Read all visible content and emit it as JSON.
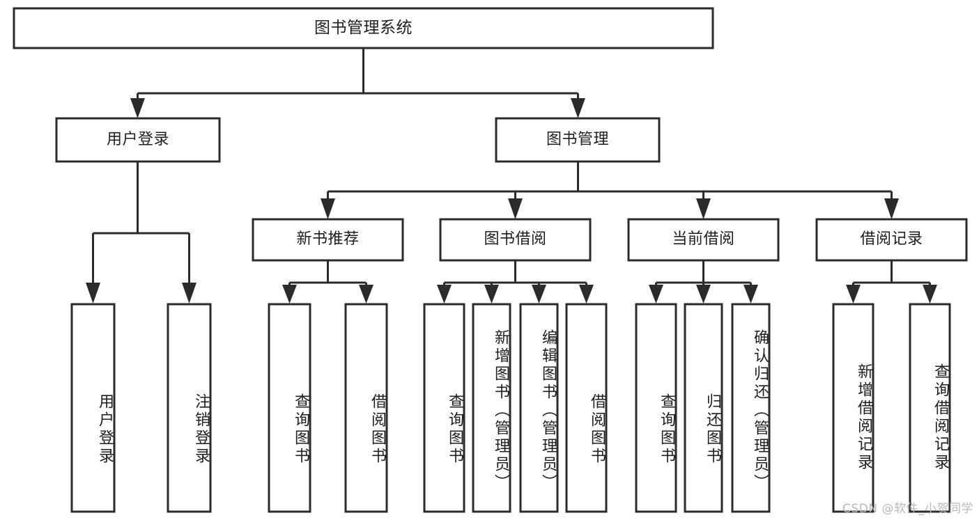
{
  "diagram": {
    "type": "tree",
    "title": "图书管理系统",
    "watermark": "CSDN @软件_小贺同学",
    "colors": {
      "background": "#ffffff",
      "stroke": "#2b2b2b",
      "node_fill": "#ffffff",
      "text": "#1e1e1e",
      "watermark": "#b9b9b9"
    },
    "nodes": {
      "root": {
        "label": "图书管理系统",
        "orientation": "horizontal",
        "level": 0
      },
      "user_login": {
        "label": "用户登录",
        "orientation": "horizontal",
        "level": 1
      },
      "book_manage": {
        "label": "图书管理",
        "orientation": "horizontal",
        "level": 1
      },
      "new_book_rec": {
        "label": "新书推荐",
        "orientation": "horizontal",
        "level": 2
      },
      "book_borrow": {
        "label": "图书借阅",
        "orientation": "horizontal",
        "level": 2
      },
      "current_borrow": {
        "label": "当前借阅",
        "orientation": "horizontal",
        "level": 2
      },
      "borrow_record": {
        "label": "借阅记录",
        "orientation": "horizontal",
        "level": 2
      },
      "leaf_user_login": {
        "label": "用户登录",
        "orientation": "vertical",
        "level": 2
      },
      "leaf_logout": {
        "label": "注销登录",
        "orientation": "vertical",
        "level": 2
      },
      "leaf_query_book_1": {
        "label": "查询图书",
        "orientation": "vertical",
        "level": 3
      },
      "leaf_borrow_book_1": {
        "label": "借阅图书",
        "orientation": "vertical",
        "level": 3
      },
      "leaf_query_book_2": {
        "label": "查询图书",
        "orientation": "vertical",
        "level": 3
      },
      "leaf_add_book": {
        "label": "新增图书（管理员）",
        "orientation": "vertical",
        "level": 3
      },
      "leaf_edit_book": {
        "label": "编辑图书（管理员）",
        "orientation": "vertical",
        "level": 3
      },
      "leaf_borrow_book_2": {
        "label": "借阅图书",
        "orientation": "vertical",
        "level": 3
      },
      "leaf_query_book_3": {
        "label": "查询图书",
        "orientation": "vertical",
        "level": 3
      },
      "leaf_return_book": {
        "label": "归还图书",
        "orientation": "vertical",
        "level": 3
      },
      "leaf_confirm_return": {
        "label": "确认归还（管理员）",
        "orientation": "vertical",
        "level": 3
      },
      "leaf_add_record": {
        "label": "新增借阅记录",
        "orientation": "vertical",
        "level": 3
      },
      "leaf_query_record": {
        "label": "查询借阅记录",
        "orientation": "vertical",
        "level": 3
      }
    },
    "edges": [
      {
        "from": "root",
        "to": "user_login"
      },
      {
        "from": "root",
        "to": "book_manage"
      },
      {
        "from": "user_login",
        "to": "leaf_user_login"
      },
      {
        "from": "user_login",
        "to": "leaf_logout"
      },
      {
        "from": "book_manage",
        "to": "new_book_rec"
      },
      {
        "from": "book_manage",
        "to": "book_borrow"
      },
      {
        "from": "book_manage",
        "to": "current_borrow"
      },
      {
        "from": "book_manage",
        "to": "borrow_record"
      },
      {
        "from": "new_book_rec",
        "to": "leaf_query_book_1"
      },
      {
        "from": "new_book_rec",
        "to": "leaf_borrow_book_1"
      },
      {
        "from": "book_borrow",
        "to": "leaf_query_book_2"
      },
      {
        "from": "book_borrow",
        "to": "leaf_add_book"
      },
      {
        "from": "book_borrow",
        "to": "leaf_edit_book"
      },
      {
        "from": "book_borrow",
        "to": "leaf_borrow_book_2"
      },
      {
        "from": "current_borrow",
        "to": "leaf_query_book_3"
      },
      {
        "from": "current_borrow",
        "to": "leaf_return_book"
      },
      {
        "from": "current_borrow",
        "to": "leaf_confirm_return"
      },
      {
        "from": "borrow_record",
        "to": "leaf_add_record"
      },
      {
        "from": "borrow_record",
        "to": "leaf_query_record"
      }
    ]
  }
}
